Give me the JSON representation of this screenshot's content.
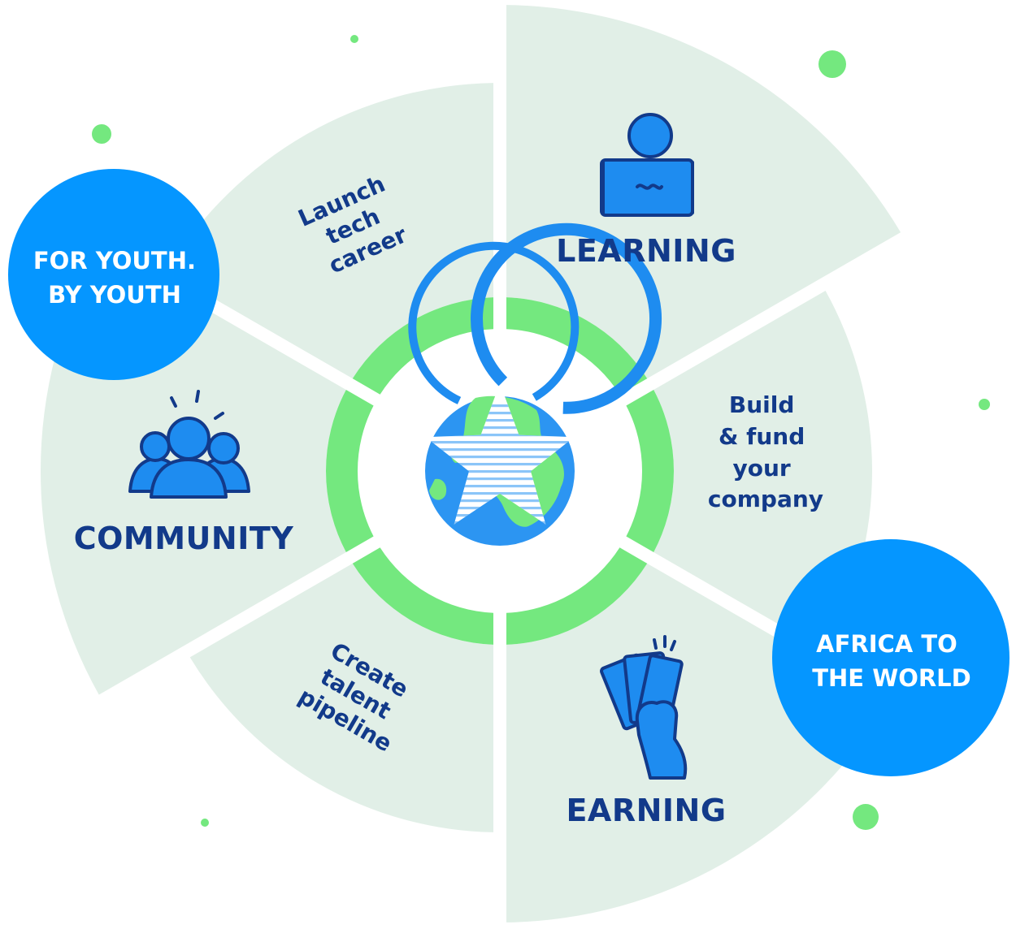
{
  "pillars": {
    "learning": "LEARNING",
    "community": "COMMUNITY",
    "earning": "EARNING"
  },
  "goals": {
    "launch": [
      "Launch",
      "tech",
      "career"
    ],
    "build": [
      "Build",
      "& fund",
      "your",
      "company"
    ],
    "create": [
      "Create",
      "talent",
      "pipeline"
    ]
  },
  "badges": {
    "youth": [
      "FOR YOUTH.",
      "BY YOUTH"
    ],
    "africa": [
      "AFRICA TO",
      "THE WORLD"
    ]
  },
  "icons": {
    "learning": "learner-laptop-icon",
    "community": "community-group-icon",
    "earning": "cash-in-hand-icon",
    "center": "globe-star-logo-icon"
  },
  "colors": {
    "wedge": "#e1efe7",
    "ring": "#74e87f",
    "dot": "#74e87f",
    "badge": "#0596ff",
    "navy": "#123a8a",
    "icon": "#1e8cf0",
    "globe_green": "#74e87f"
  }
}
